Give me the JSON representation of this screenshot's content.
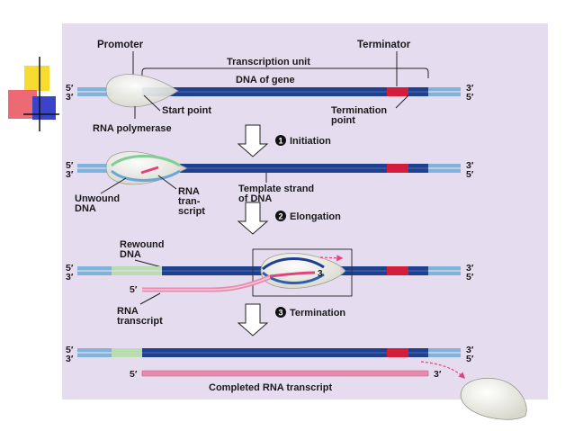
{
  "labels": {
    "promoter": "Promoter",
    "terminator": "Terminator",
    "transcription_unit": "Transcription unit",
    "dna_of_gene": "DNA of gene",
    "start_point": "Start point",
    "termination_point_1": "Termination",
    "termination_point_2": "point",
    "rna_polymerase": "RNA polymerase",
    "unwound_dna_1": "Unwound",
    "unwound_dna_2": "DNA",
    "rna_transcript_1": "RNA",
    "rna_transcript_2": "tran-",
    "rna_transcript_3": "script",
    "template_strand_1": "Template strand",
    "template_strand_2": "of DNA",
    "rewound_dna_1": "Rewound",
    "rewound_dna_2": "DNA",
    "rna_transcript_b1": "RNA",
    "rna_transcript_b2": "transcript",
    "completed_transcript": "Completed RNA transcript",
    "five_prime": "5′",
    "three_prime": "3′",
    "three_small": "3"
  },
  "steps": [
    {
      "number": "1",
      "label": "Initiation"
    },
    {
      "number": "2",
      "label": "Elongation"
    },
    {
      "number": "3",
      "label": "Termination"
    }
  ],
  "colors": {
    "panel": "#e6dcef",
    "dna_blue": "#1f3f8f",
    "dna_light": "#7fb3d9",
    "promoter_green": "#b9ddb0",
    "terminator_red": "#d21d3b",
    "rna_pink": "#e69ab5",
    "polymerase": "#f4f4ef"
  }
}
